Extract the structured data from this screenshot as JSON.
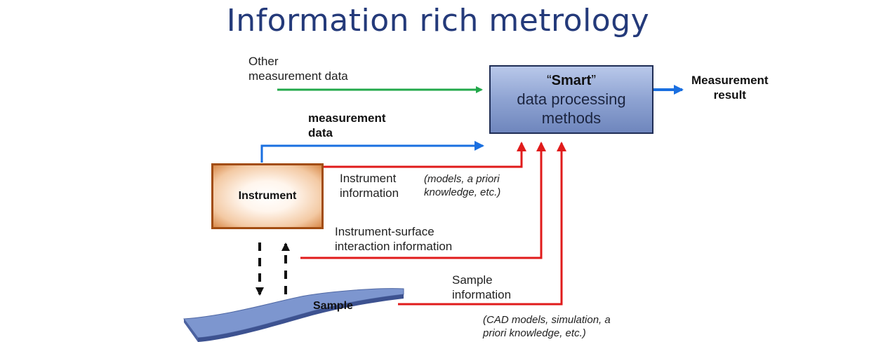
{
  "title": "Information rich metrology",
  "labels": {
    "other_data": "Other\nmeasurement data",
    "measurement_data": "measurement\ndata",
    "measurement_result": "Measurement\nresult",
    "instrument_info": "Instrument\ninformation",
    "instrument_info_note": "(models, a priori\nknowledge, etc.)",
    "interaction_info": "Instrument-surface\ninteraction information",
    "sample_info": "Sample\ninformation",
    "sample_info_note": "(CAD models, simulation, a\npriori knowledge, etc.)"
  },
  "smart_box": {
    "quote_open": "“",
    "smart": "Smart",
    "quote_close": "”",
    "line2": "data processing",
    "line3": "methods"
  },
  "instrument_label": "Instrument",
  "sample_label": "Sample",
  "colors": {
    "title": "#243a7a",
    "green_arrow": "#22a84a",
    "blue_arrow": "#1a6fe0",
    "red_arrow": "#e01b1b",
    "box_border": "#1f2d55",
    "instrument_border": "#a24d12",
    "sample_fill": "#6b86c2"
  }
}
